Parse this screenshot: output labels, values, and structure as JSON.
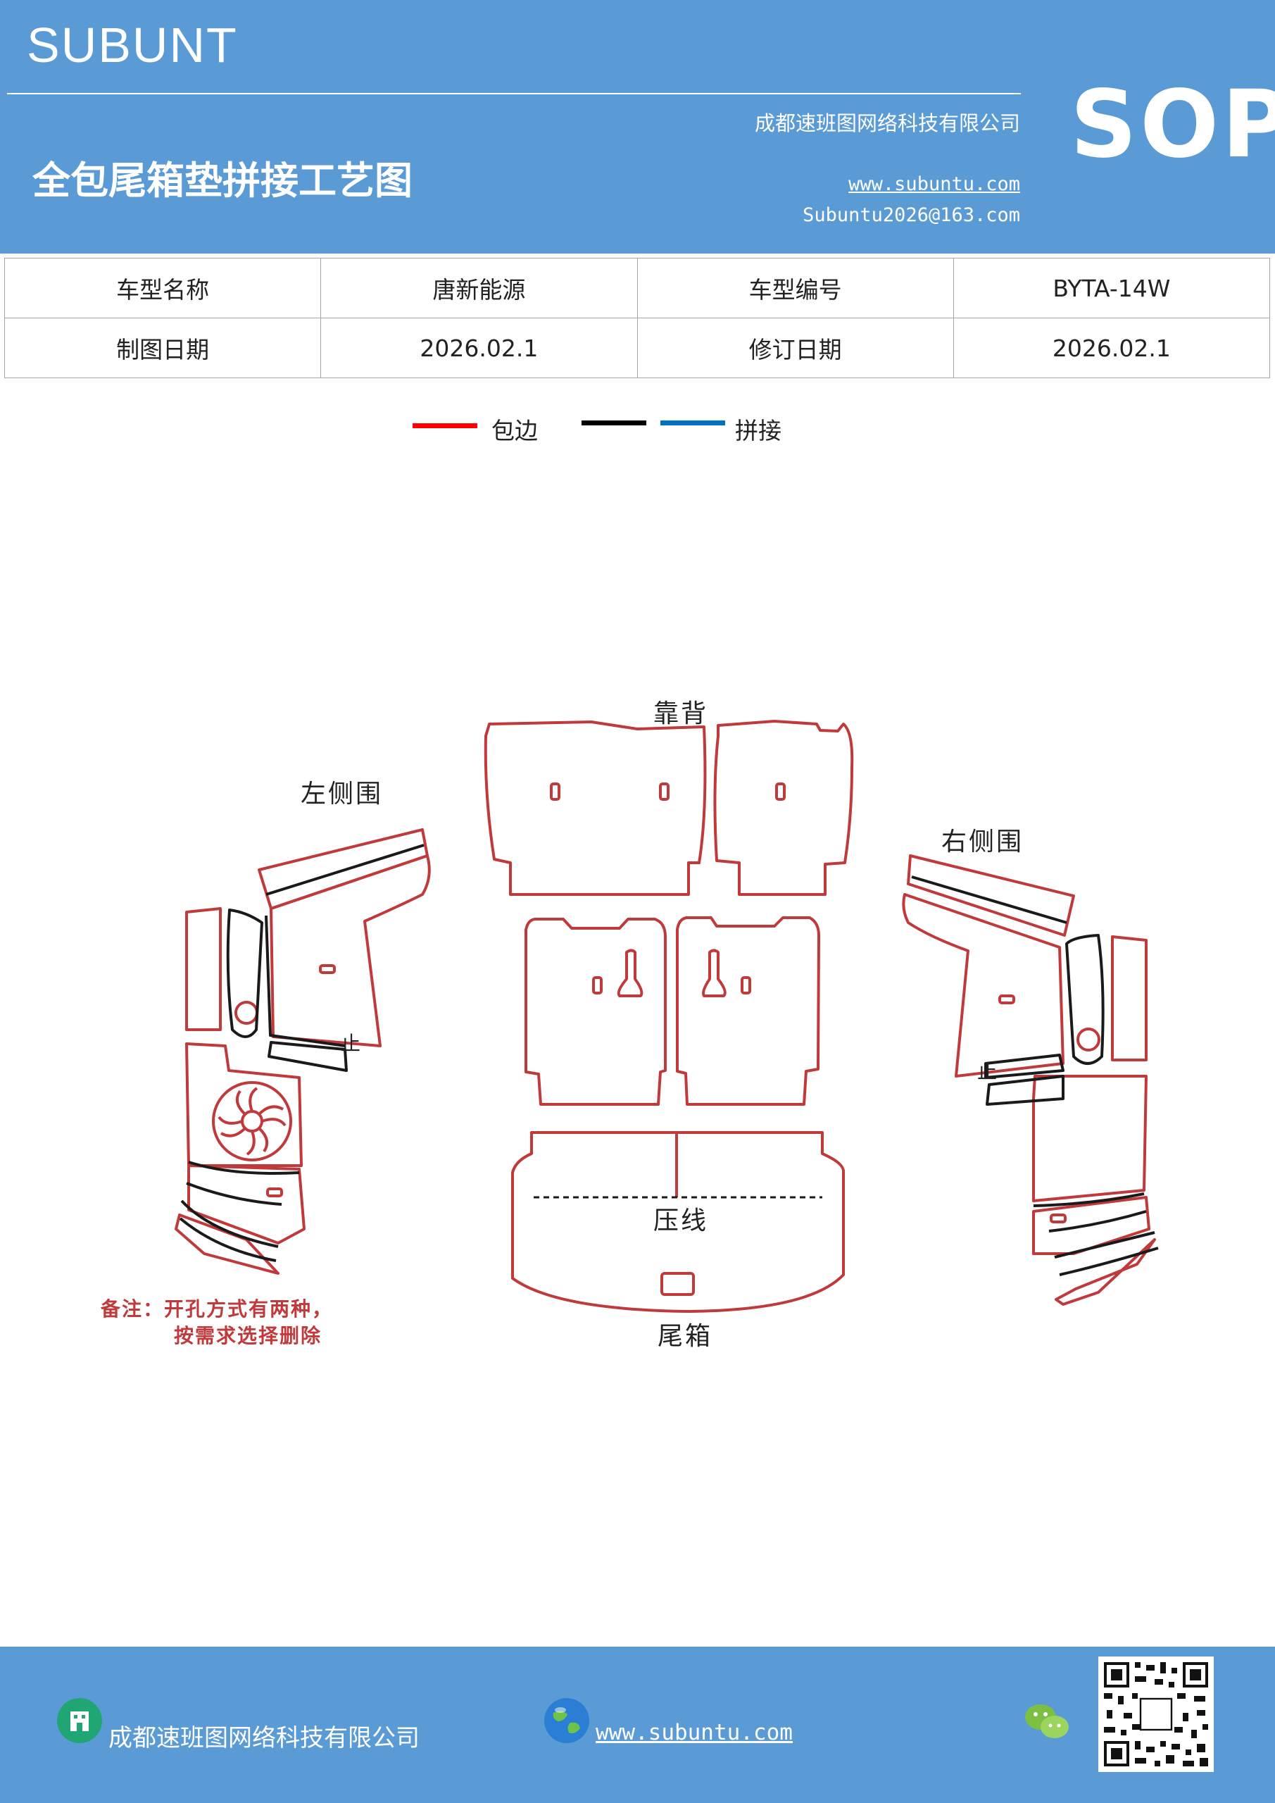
{
  "header": {
    "brand": "SUBUNT",
    "company": "成都速班图网络科技有限公司",
    "title": "全包尾箱垫拼接工艺图",
    "website": "www.subuntu.com",
    "email": "Subuntu2026@163.com",
    "badge": "SOP"
  },
  "info_table": {
    "rows": [
      [
        "车型名称",
        "唐新能源",
        "车型编号",
        "BYTA-14W"
      ],
      [
        "制图日期",
        "2026.02.1",
        "修订日期",
        "2026.02.1"
      ]
    ]
  },
  "legend": {
    "items": [
      {
        "label": "包边",
        "color": "#ff0000"
      },
      {
        "label": "",
        "color": "#000000"
      },
      {
        "label": "拼接",
        "color": "#0070c0"
      }
    ]
  },
  "drawing": {
    "labels": {
      "backrest": "靠背",
      "left_side": "左侧围",
      "right_side": "右侧围",
      "crease": "压线",
      "trunk": "尾箱",
      "mark_left": "止",
      "mark_right": "止"
    },
    "note_line1": "备注：开孔方式有两种，",
    "note_line2": "按需求选择删除",
    "outline_color": "#c0393b",
    "seam_color": "#1a1a1a"
  },
  "footer": {
    "company": "成都速班图网络科技有限公司",
    "website": "www.subuntu.com"
  }
}
